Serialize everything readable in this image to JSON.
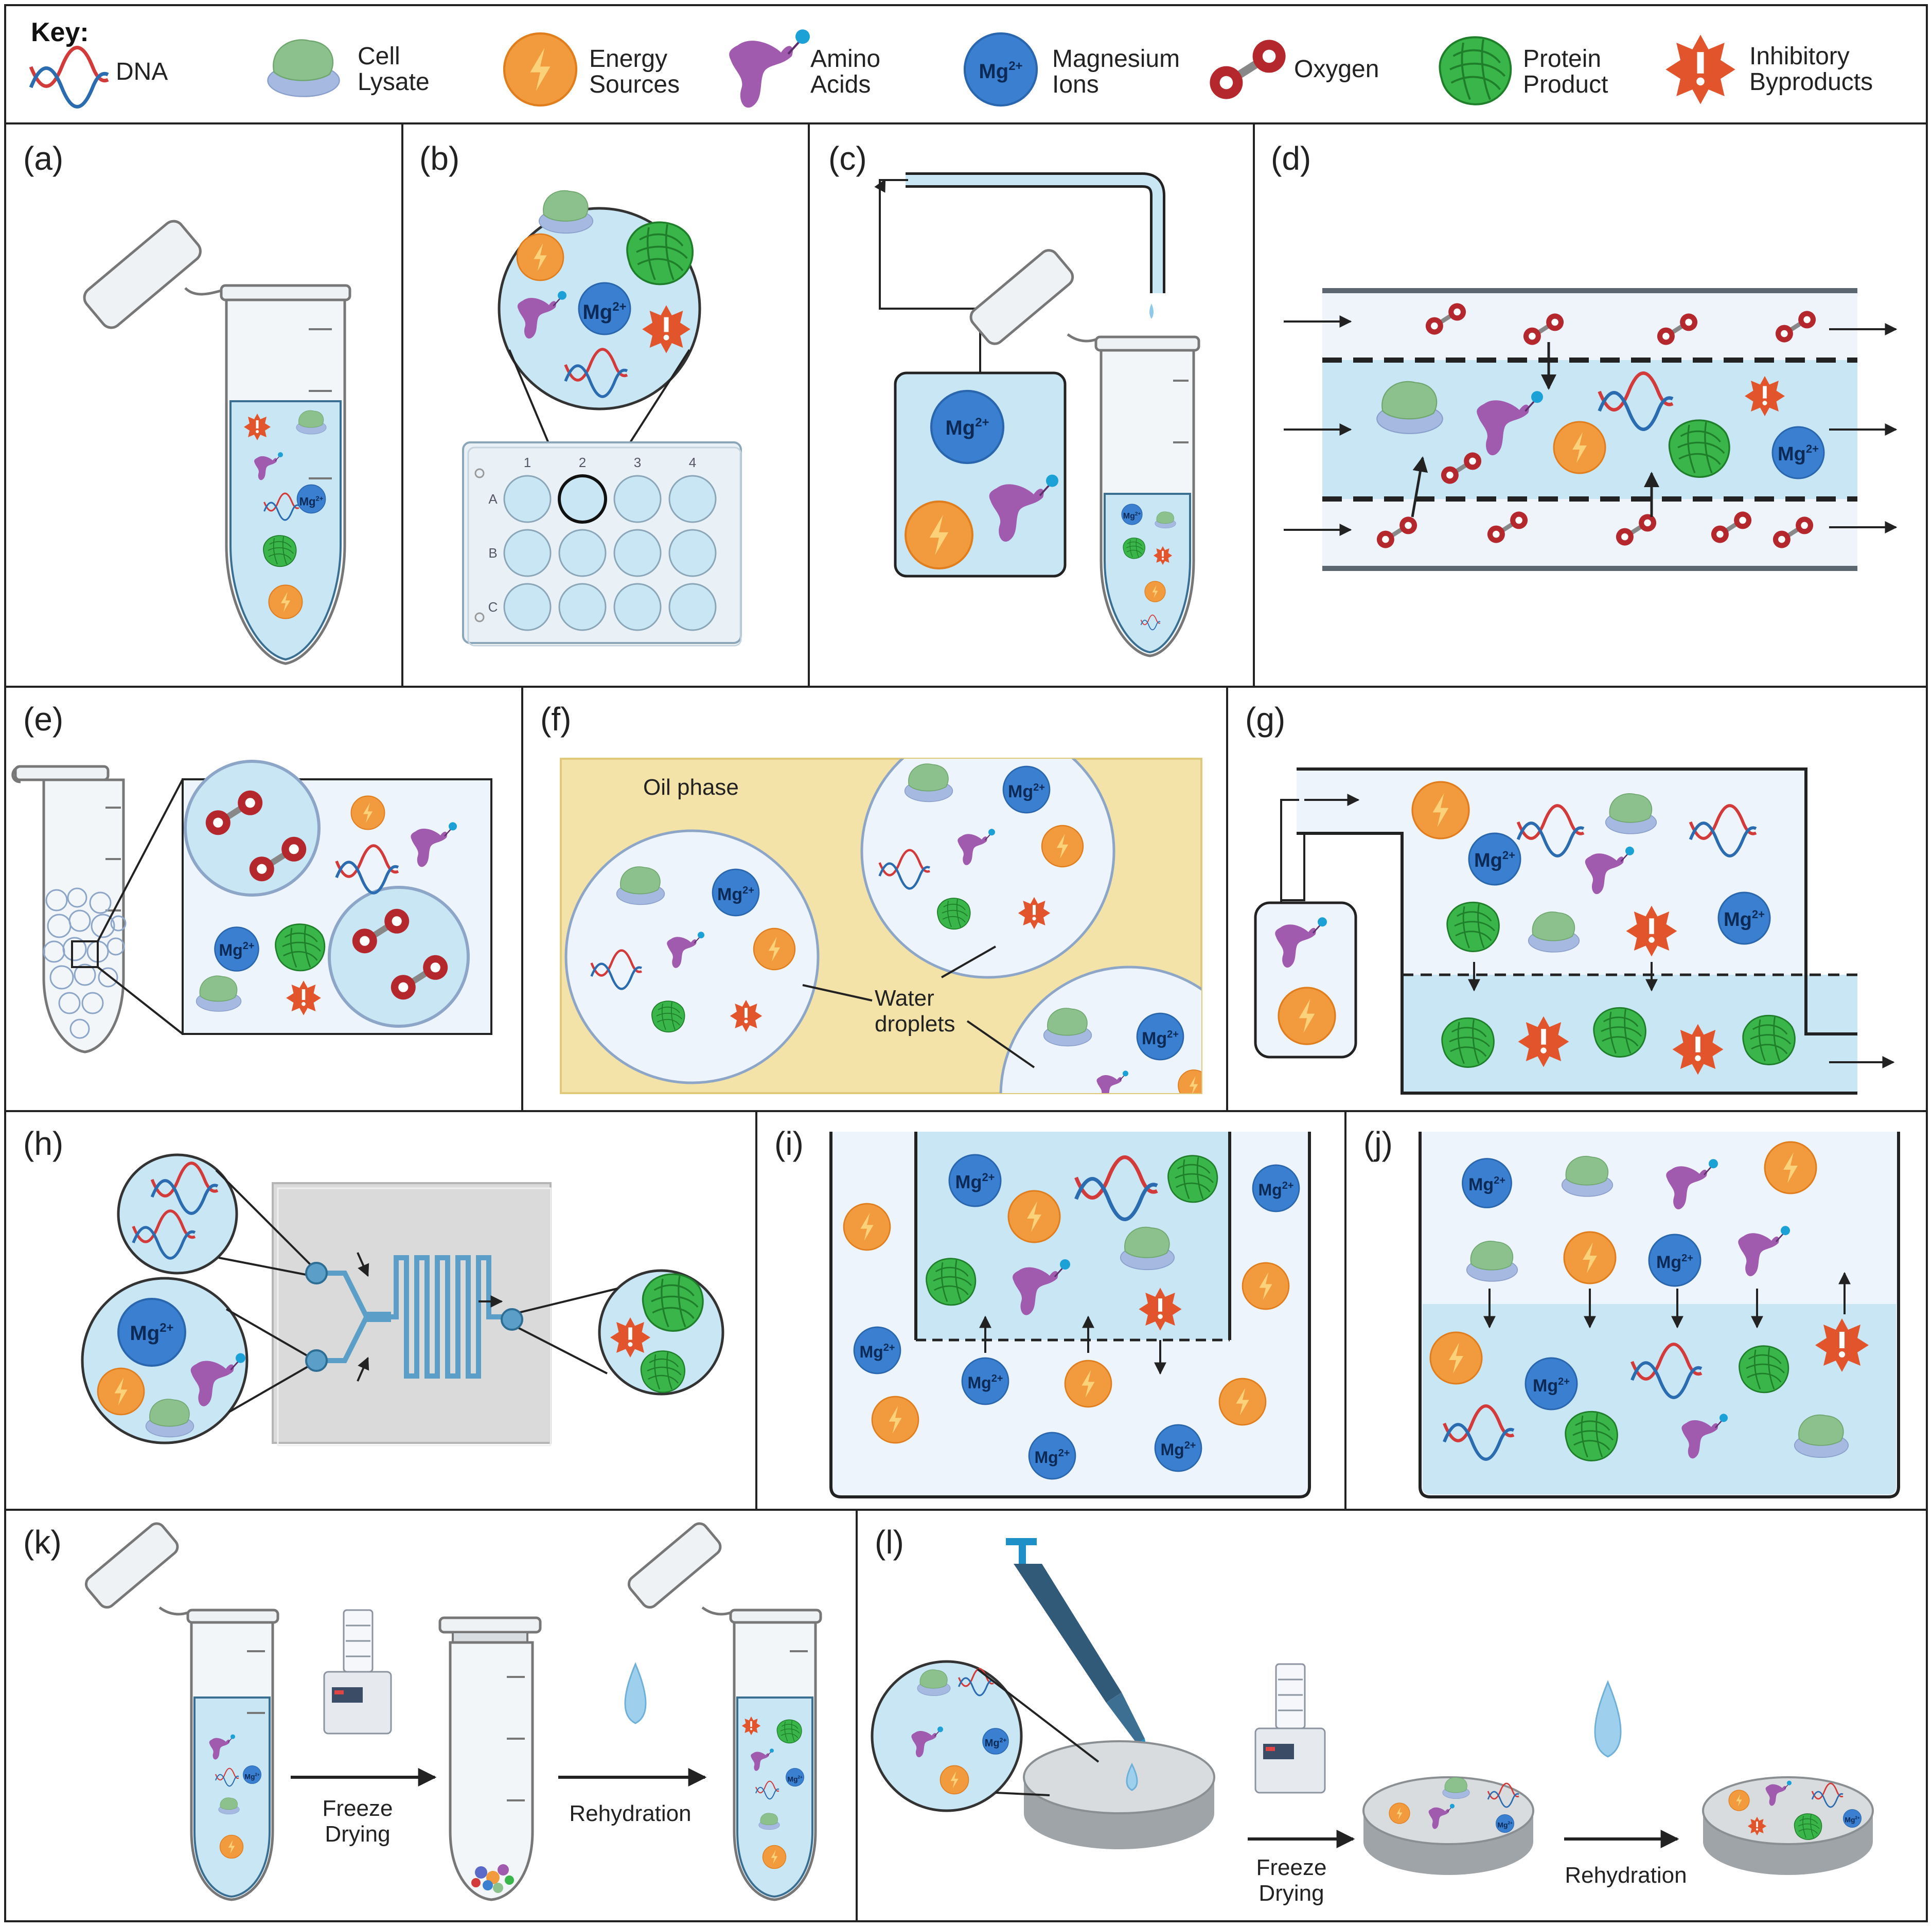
{
  "key": {
    "title": "Key:",
    "items": {
      "dna": "DNA",
      "cell_lysate_1": "Cell",
      "cell_lysate_2": "Lysate",
      "energy_1": "Energy",
      "energy_2": "Sources",
      "amino_1": "Amino",
      "amino_2": "Acids",
      "mg_1": "Magnesium",
      "mg_2": "Ions",
      "oxygen": "Oxygen",
      "protein_1": "Protein",
      "protein_2": "Product",
      "inhib_1": "Inhibitory",
      "inhib_2": "Byproducts"
    }
  },
  "mg_symbol": "Mg",
  "mg_charge": "2+",
  "panels": {
    "a": "(a)",
    "b": "(b)",
    "c": "(c)",
    "d": "(d)",
    "e": "(e)",
    "f": "(f)",
    "g": "(g)",
    "h": "(h)",
    "i": "(i)",
    "j": "(j)",
    "k": "(k)",
    "l": "(l)"
  },
  "plate": {
    "cols": [
      "1",
      "2",
      "3",
      "4"
    ],
    "rows": [
      "A",
      "B",
      "C"
    ]
  },
  "f_labels": {
    "oil": "Oil phase",
    "water_1": "Water",
    "water_2": "droplets"
  },
  "k_labels": {
    "freeze_1": "Freeze",
    "freeze_2": "Drying",
    "rehydration": "Rehydration"
  },
  "l_labels": {
    "freeze_1": "Freeze",
    "freeze_2": "Drying",
    "rehydration": "Rehydration"
  },
  "colors": {
    "liquid": "#c9e6f5",
    "liquid_dark": "#a9d4ee",
    "oil": "#f3e3a8",
    "mg": "#3a7fd0",
    "energy": "#f19a3e",
    "amino": "#a05aae",
    "protein": "#3ab54a",
    "inhibitory": "#e2542b",
    "oxygen": "#b3272d",
    "lysate_top": "#8cc08c",
    "lysate_bottom": "#a6b9e0",
    "dna_red": "#d33a3a",
    "dna_blue": "#2b6cb0"
  }
}
